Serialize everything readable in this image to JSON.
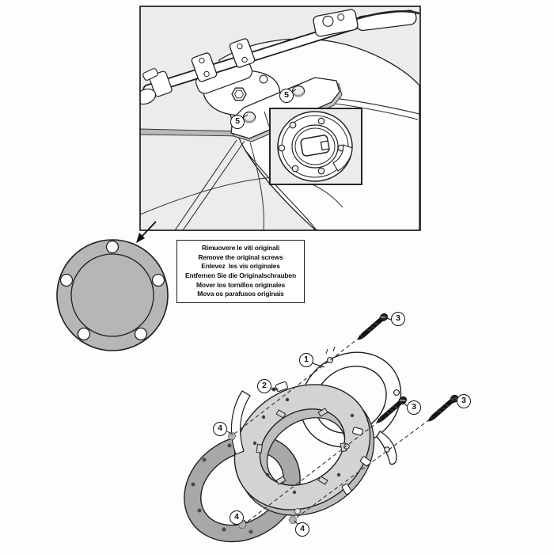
{
  "document_type": "tanklock-flange-mounting-diagram",
  "instruction_box": {
    "lines": [
      "Rimuovere le viti originali",
      "Remove the original screws",
      "Enlevez  les vis originales",
      "Entfernen Sie die Originalschrauben",
      "Mover los tornillos originales",
      "Mova os parafusos originais"
    ]
  },
  "callouts": {
    "items": [
      {
        "id": "original-screw-left",
        "label": "5"
      },
      {
        "id": "original-screw-right",
        "label": "5"
      },
      {
        "id": "adapter-ring",
        "label": "1"
      },
      {
        "id": "flange-ring",
        "label": "2"
      },
      {
        "id": "fixing-screw-top",
        "label": "3"
      },
      {
        "id": "fixing-screw-middle",
        "label": "3"
      },
      {
        "id": "fixing-screw-right",
        "label": "3"
      },
      {
        "id": "spacer-ring-top",
        "label": "4"
      },
      {
        "id": "spacer-ring-bottom-left",
        "label": "4"
      },
      {
        "id": "spacer-ring-bottom-right",
        "label": "4"
      }
    ]
  },
  "colors": {
    "page_bg": "#fdfdfd",
    "panel_bg": "#ececec",
    "line": "#1f1f1f",
    "cap_flange_gray": "#b6b6b6",
    "ring_face_gray": "#d3d3d3",
    "ring_wall_gray": "#bdbdbd",
    "spacer_gray": "#a8a8a8",
    "screw_black": "#141414"
  }
}
